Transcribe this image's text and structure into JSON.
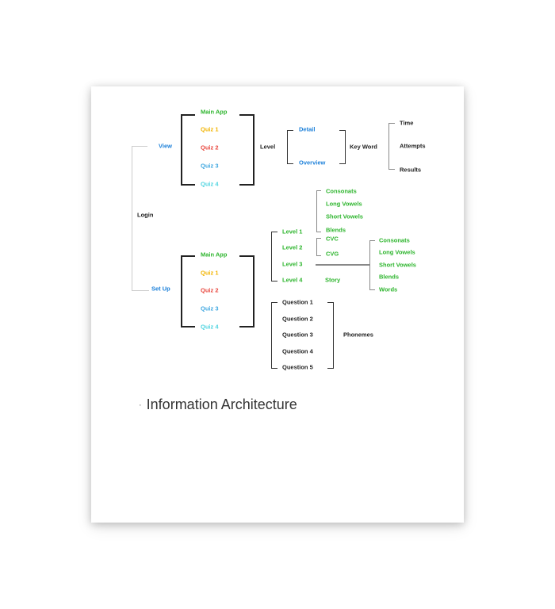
{
  "colors": {
    "green": "#2db52d",
    "yellow": "#f2b400",
    "red": "#e8453c",
    "blue": "#1a7fd9",
    "lightblue": "#3fa7e0",
    "cyan": "#4fd4e0",
    "dark": "#222222"
  },
  "root": {
    "login": "Login"
  },
  "view": {
    "label": "View",
    "items": [
      "Main App",
      "Quiz 1",
      "Quiz 2",
      "Quiz 3",
      "Quiz 4"
    ],
    "level": "Level",
    "modes": [
      "Detail",
      "Overview"
    ],
    "keyword": "Key Word",
    "stats": [
      "Time",
      "Attempts",
      "Results"
    ]
  },
  "setup": {
    "label": "Set Up",
    "items": [
      "Main App",
      "Quiz 1",
      "Quiz 2",
      "Quiz 3",
      "Quiz 4"
    ],
    "levels": [
      "Level 1",
      "Level 2",
      "Level 3",
      "Level 4"
    ],
    "level1_items": [
      "Consonats",
      "Long Vowels",
      "Short Vowels",
      "Blends"
    ],
    "level2_items": [
      "CVC",
      "CVG"
    ],
    "level3_items": [
      "Consonats",
      "Long Vowels",
      "Short Vowels",
      "Blends",
      "Words"
    ],
    "level4_item": "Story",
    "questions": [
      "Question 1",
      "Question 2",
      "Question 3",
      "Question 4",
      "Question 5"
    ],
    "phonemes": "Phonemes"
  },
  "caption": {
    "dot": "·",
    "text": "Information Architecture"
  }
}
